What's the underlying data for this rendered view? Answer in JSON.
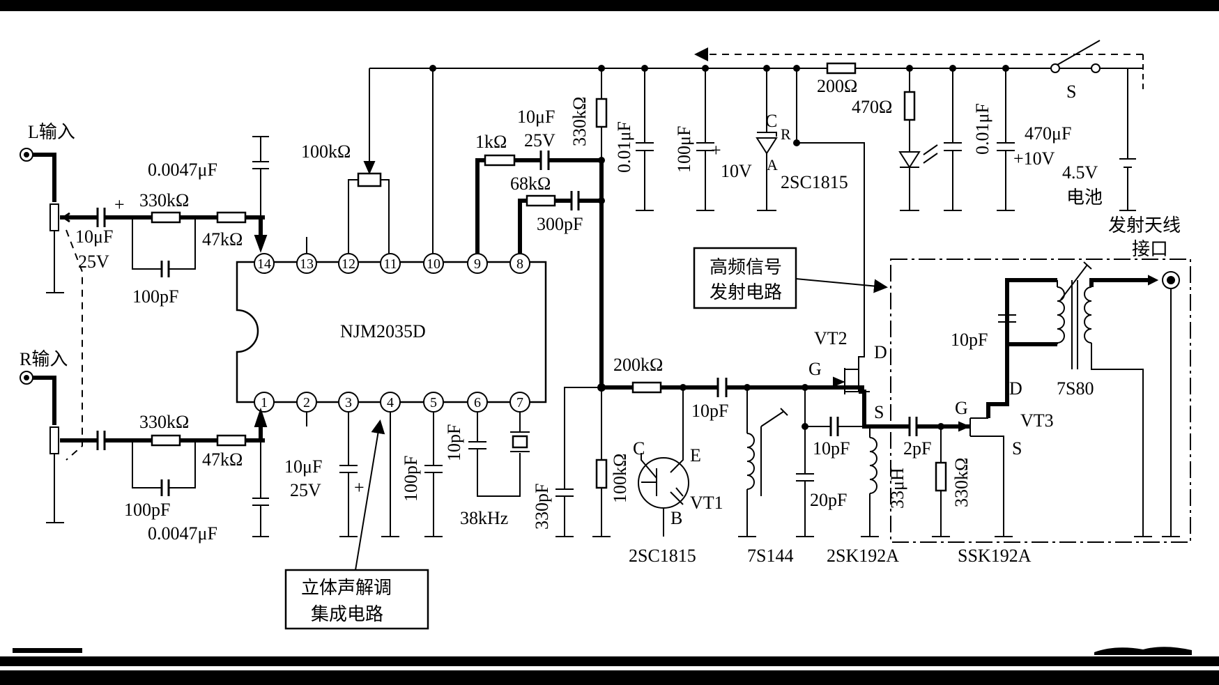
{
  "ic": {
    "name": "NJM2035D",
    "pins": [
      "1",
      "2",
      "3",
      "4",
      "5",
      "6",
      "7",
      "8",
      "9",
      "10",
      "11",
      "12",
      "13",
      "14"
    ]
  },
  "inputs": {
    "left": "L输入",
    "right": "R输入"
  },
  "left_channel": {
    "cap": "10μF",
    "cap_v": "25V",
    "res1": "330kΩ",
    "res2": "47kΩ",
    "cap_par": "100pF",
    "cap_gnd": "0.0047μF"
  },
  "right_channel": {
    "res1": "330kΩ",
    "res2": "47kΩ",
    "cap_par": "100pF",
    "cap_gnd": "0.0047μF"
  },
  "top_components": {
    "pot": "100kΩ",
    "r_1k": "1kΩ",
    "c_10u": "10μF",
    "c_10u_v": "25V",
    "r_330k": "330kΩ",
    "r_68k": "68kΩ",
    "c_300p": "300pF",
    "c_001_a": "0.01μF",
    "c_100u": "100μF",
    "zener_v": "10V",
    "zener_c": "C",
    "zener_a": "A",
    "zener_r": "R",
    "transistor_reg": "2SC1815",
    "r_200": "200Ω",
    "r_470": "470Ω",
    "c_001_b": "0.01μF",
    "c_470u": "470μF",
    "c_470u_v": "+10V",
    "switch": "S",
    "battery_v": "4.5V",
    "battery": "电池"
  },
  "bottom_components": {
    "c_10u": "10μF",
    "c_10u_v": "25V",
    "c_100p": "100pF",
    "c_10p": "10pF",
    "crystal": "38kHz",
    "c_330p": "330pF",
    "r_100k": "100kΩ",
    "r_200k": "200kΩ",
    "c_10p_b": "10pF",
    "vt1_c": "C",
    "vt1_e": "E",
    "vt1_b": "B",
    "vt1": "VT1",
    "vt1_part": "2SC1815",
    "coil1": "7S144",
    "c_10p_c": "10pF",
    "c_20p": "20pF",
    "vt2": "VT2",
    "vt2_g": "G",
    "vt2_d": "D",
    "vt2_s": "S",
    "vt2_part": "2SK192A",
    "l_33u": "33μH",
    "c_2p": "2pF",
    "r_330k": "330kΩ",
    "vt3": "VT3",
    "vt3_g": "G",
    "vt3_d": "D",
    "vt3_s": "S",
    "vt3_part": "SSK192A",
    "c_10p_d": "10pF",
    "coil2": "7S80"
  },
  "annotations": {
    "rf_block_1": "高频信号",
    "rf_block_2": "发射电路",
    "stereo_1": "立体声解调",
    "stereo_2": "集成电路",
    "antenna_1": "发射天线",
    "antenna_2": "接口"
  }
}
